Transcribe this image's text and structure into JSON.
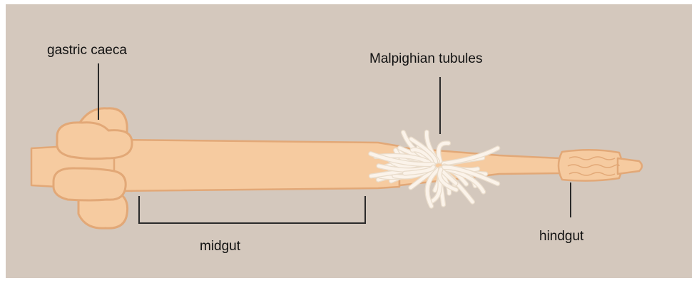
{
  "diagram": {
    "labels": {
      "gastric_caeca": "gastric caeca",
      "malpighian_tubules": "Malpighian tubules",
      "midgut": "midgut",
      "hindgut": "hindgut"
    },
    "colors": {
      "background": "#d4c8bd",
      "gut_fill": "#f6cba0",
      "gut_outline": "#e2a877",
      "tubule_fill": "#fbf3ea",
      "tubule_outline": "#e9dccb",
      "leader_line": "#2a2a2a"
    }
  }
}
